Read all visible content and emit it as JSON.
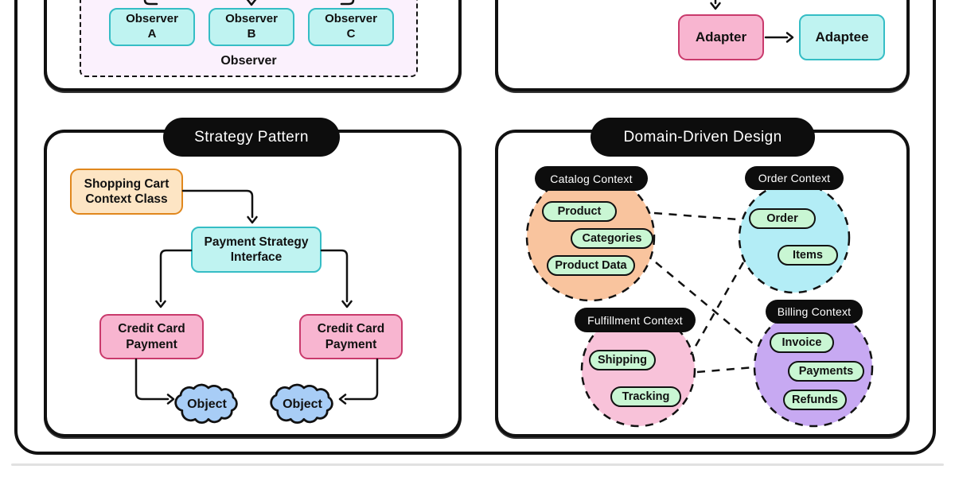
{
  "colors": {
    "outline": "#111111",
    "cyan_fill": "#bff3f1",
    "cyan_border": "#35bdc5",
    "pink_fill": "#f8b5d0",
    "pink_border": "#c93a6c",
    "orange_fill": "#fde5c4",
    "orange_border": "#e0871d",
    "green_item_fill": "#c9f6d3",
    "lavender_group_fill": "#fbf1fd",
    "cloud_fill": "#a8cdf6",
    "catalog_fill": "#f9c49e",
    "order_fill": "#b3edf6",
    "fulfillment_fill": "#f8c2d9",
    "billing_fill": "#c7a9f2",
    "pill_bg": "#0d0d0d",
    "pill_text": "#ffffff"
  },
  "panels": {
    "observer": {
      "group_label": "Observer",
      "boxes": [
        {
          "line1": "Observer",
          "line2": "A"
        },
        {
          "line1": "Observer",
          "line2": "B"
        },
        {
          "line1": "Observer",
          "line2": "C"
        }
      ]
    },
    "adapter": {
      "adapter_label": "Adapter",
      "adaptee_label": "Adaptee"
    },
    "strategy": {
      "title": "Strategy Pattern",
      "context_box": {
        "line1": "Shopping Cart",
        "line2": "Context Class"
      },
      "interface_box": {
        "line1": "Payment Strategy",
        "line2": "Interface"
      },
      "payment_boxes": [
        {
          "line1": "Credit Card",
          "line2": "Payment"
        },
        {
          "line1": "Credit Card",
          "line2": "Payment"
        }
      ],
      "clouds": [
        {
          "label": "Object"
        },
        {
          "label": "Object"
        }
      ]
    },
    "ddd": {
      "title": "Domain-Driven Design",
      "contexts": [
        {
          "name": "Catalog Context",
          "items": [
            "Product",
            "Categories",
            "Product Data"
          ]
        },
        {
          "name": "Order Context",
          "items": [
            "Order",
            "Items"
          ]
        },
        {
          "name": "Fulfillment Context",
          "items": [
            "Shipping",
            "Tracking"
          ]
        },
        {
          "name": "Billing Context",
          "items": [
            "Invoice",
            "Payments",
            "Refunds"
          ]
        }
      ]
    }
  }
}
